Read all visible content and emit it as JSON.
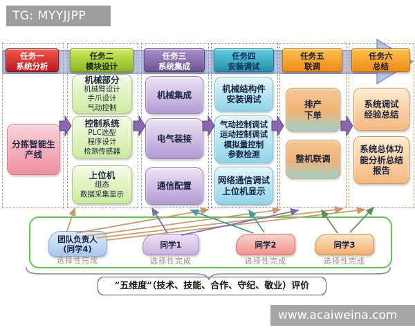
{
  "badge": {
    "text": "TG: MYYJJPP"
  },
  "watermark": {
    "text": "www.acaiweina.com"
  },
  "columns": [
    {
      "header_lines": [
        "任务一",
        "系统分析"
      ],
      "boxes": [
        {
          "lines": [
            "分拣智能生",
            "产线"
          ]
        }
      ]
    },
    {
      "header_lines": [
        "任务二",
        "模块设计"
      ],
      "boxes": [
        {
          "title": "机械部分",
          "items": [
            "机械臂设计",
            "手爪设计",
            "气动控制"
          ]
        },
        {
          "title": "控制系统",
          "items": [
            "PLC选型",
            "程序设计",
            "检测传感器"
          ]
        },
        {
          "title": "上位机",
          "items": [
            "组态",
            "数据采集显示"
          ]
        }
      ]
    },
    {
      "header_lines": [
        "任务三",
        "系统集成"
      ],
      "boxes": [
        {
          "title": "机械集成"
        },
        {
          "title": "电气装接"
        },
        {
          "title": "通信配置"
        }
      ]
    },
    {
      "header_lines": [
        "任务四",
        "安装调试"
      ],
      "boxes": [
        {
          "lines": [
            "机械结构件",
            "安装调试"
          ]
        },
        {
          "lines": [
            "气动控制调试",
            "运动控制调试",
            "模拟量控制",
            "参数检测"
          ]
        },
        {
          "lines": [
            "网络通信调试",
            "上位机显示"
          ]
        }
      ]
    },
    {
      "header_lines": [
        "任务五",
        "联调"
      ],
      "boxes": [
        {
          "lines": [
            "排产",
            "下单"
          ]
        },
        {
          "lines": [
            "整机联调"
          ]
        }
      ]
    },
    {
      "header_lines": [
        "任务六",
        "总结"
      ],
      "boxes": [
        {
          "lines": [
            "系统调试",
            "经验总结"
          ]
        },
        {
          "lines": [
            "系统总体功",
            "能分析总结",
            "报告"
          ]
        }
      ]
    }
  ],
  "team": {
    "members": [
      {
        "lines": [
          "团队负责人",
          "(同学4)"
        ],
        "note": "选择性完成"
      },
      {
        "lines": [
          "同学1"
        ],
        "note": "选择性完成"
      },
      {
        "lines": [
          "同学2"
        ],
        "note": "选择性完成"
      },
      {
        "lines": [
          "同学3"
        ],
        "note": "选择性完成"
      }
    ]
  },
  "evaluation": {
    "text": "“五维度”（技术、技能、合作、守纪、敬业）评价"
  },
  "colors": {
    "task1_header": "#c01820",
    "task2_header": "#8fb822",
    "task3_header": "#6f5496",
    "task4_header": "#2591ad",
    "task5_header": "#ee8a18",
    "task6_header": "#ee8a18",
    "timeline_arrow": "#b9c3e2",
    "step_arrow": "#7b5ea7",
    "team_border": "#5ecb49",
    "assign_arrow_leader": "#c89a6a",
    "assign_arrow_s1": "#7a6faa",
    "assign_arrow_s2": "#4a9aa0",
    "assign_arrow_s3": "#5a9060"
  }
}
